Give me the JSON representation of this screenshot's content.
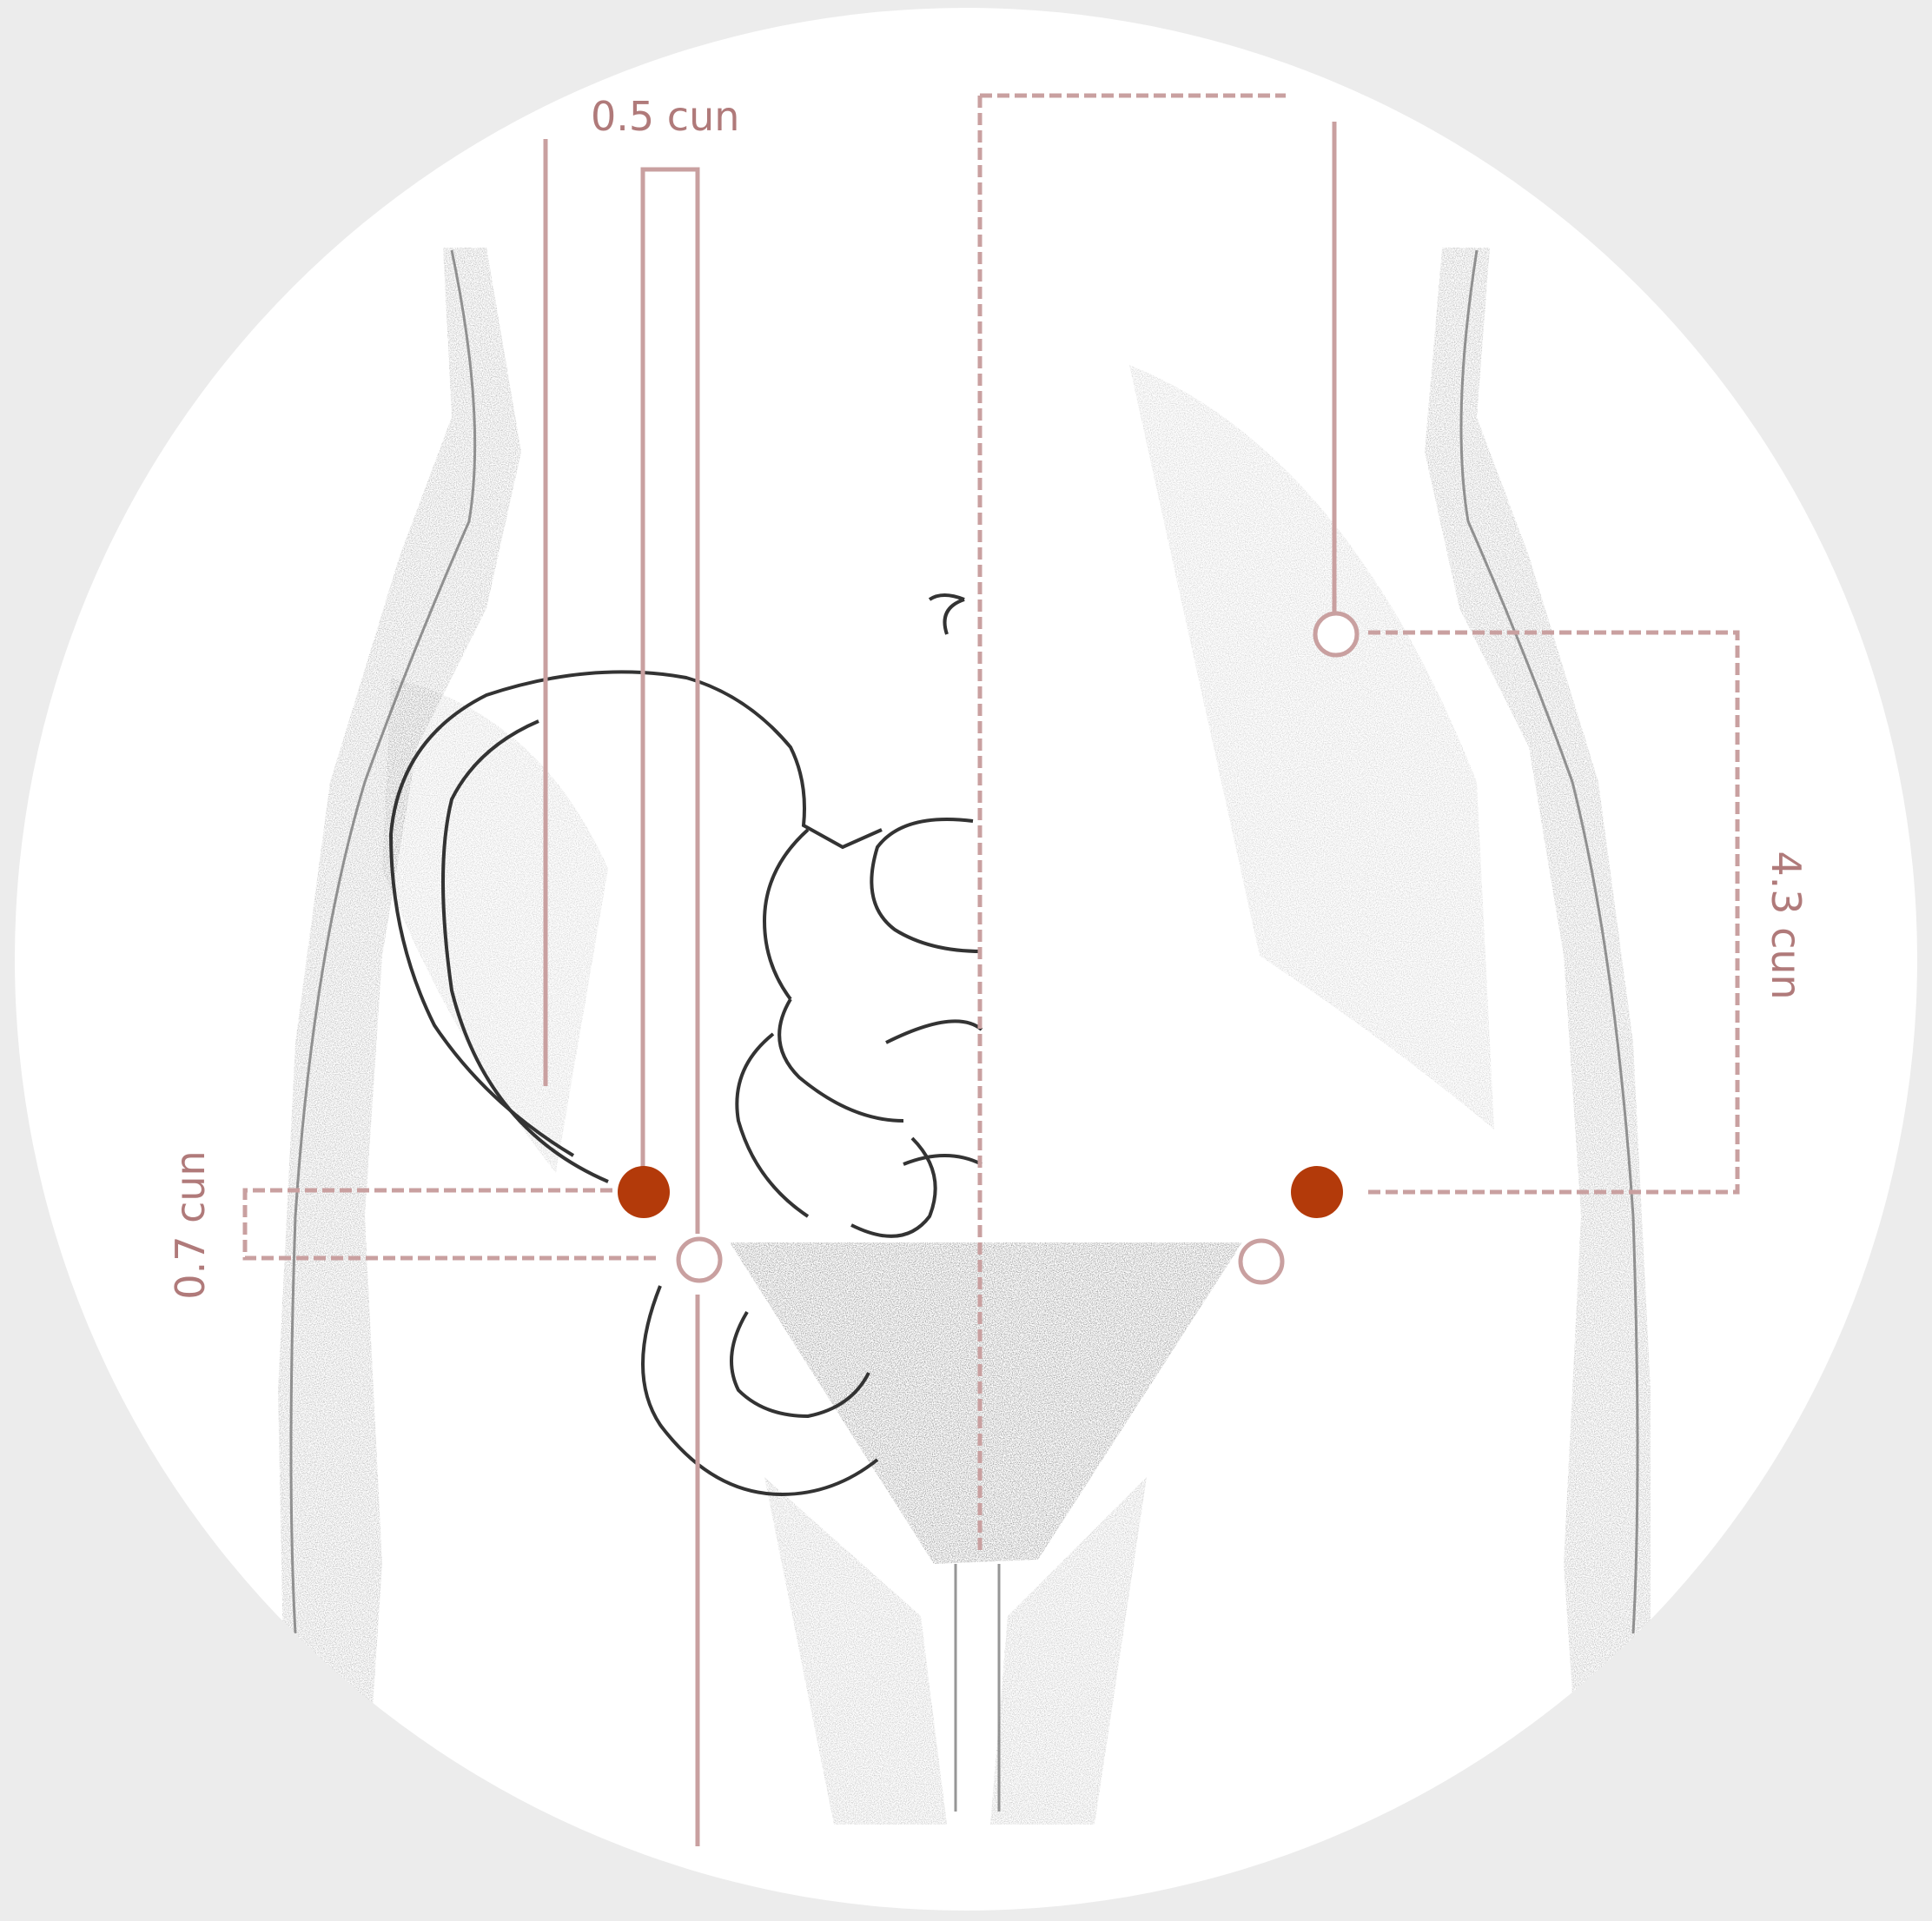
{
  "labels": {
    "left_vertical": "0.5 cun",
    "left_horizontal": "0.7 cun",
    "right_vertical": "4.3 cun"
  },
  "colors": {
    "background": "#ececec",
    "circle": "#ffffff",
    "guide": "#c9a0a0",
    "label": "#b07a7a",
    "acupoint": "#b33a0a",
    "ink": "#333333"
  },
  "acupoints": {
    "left": "acupoint",
    "right": "acupoint"
  }
}
